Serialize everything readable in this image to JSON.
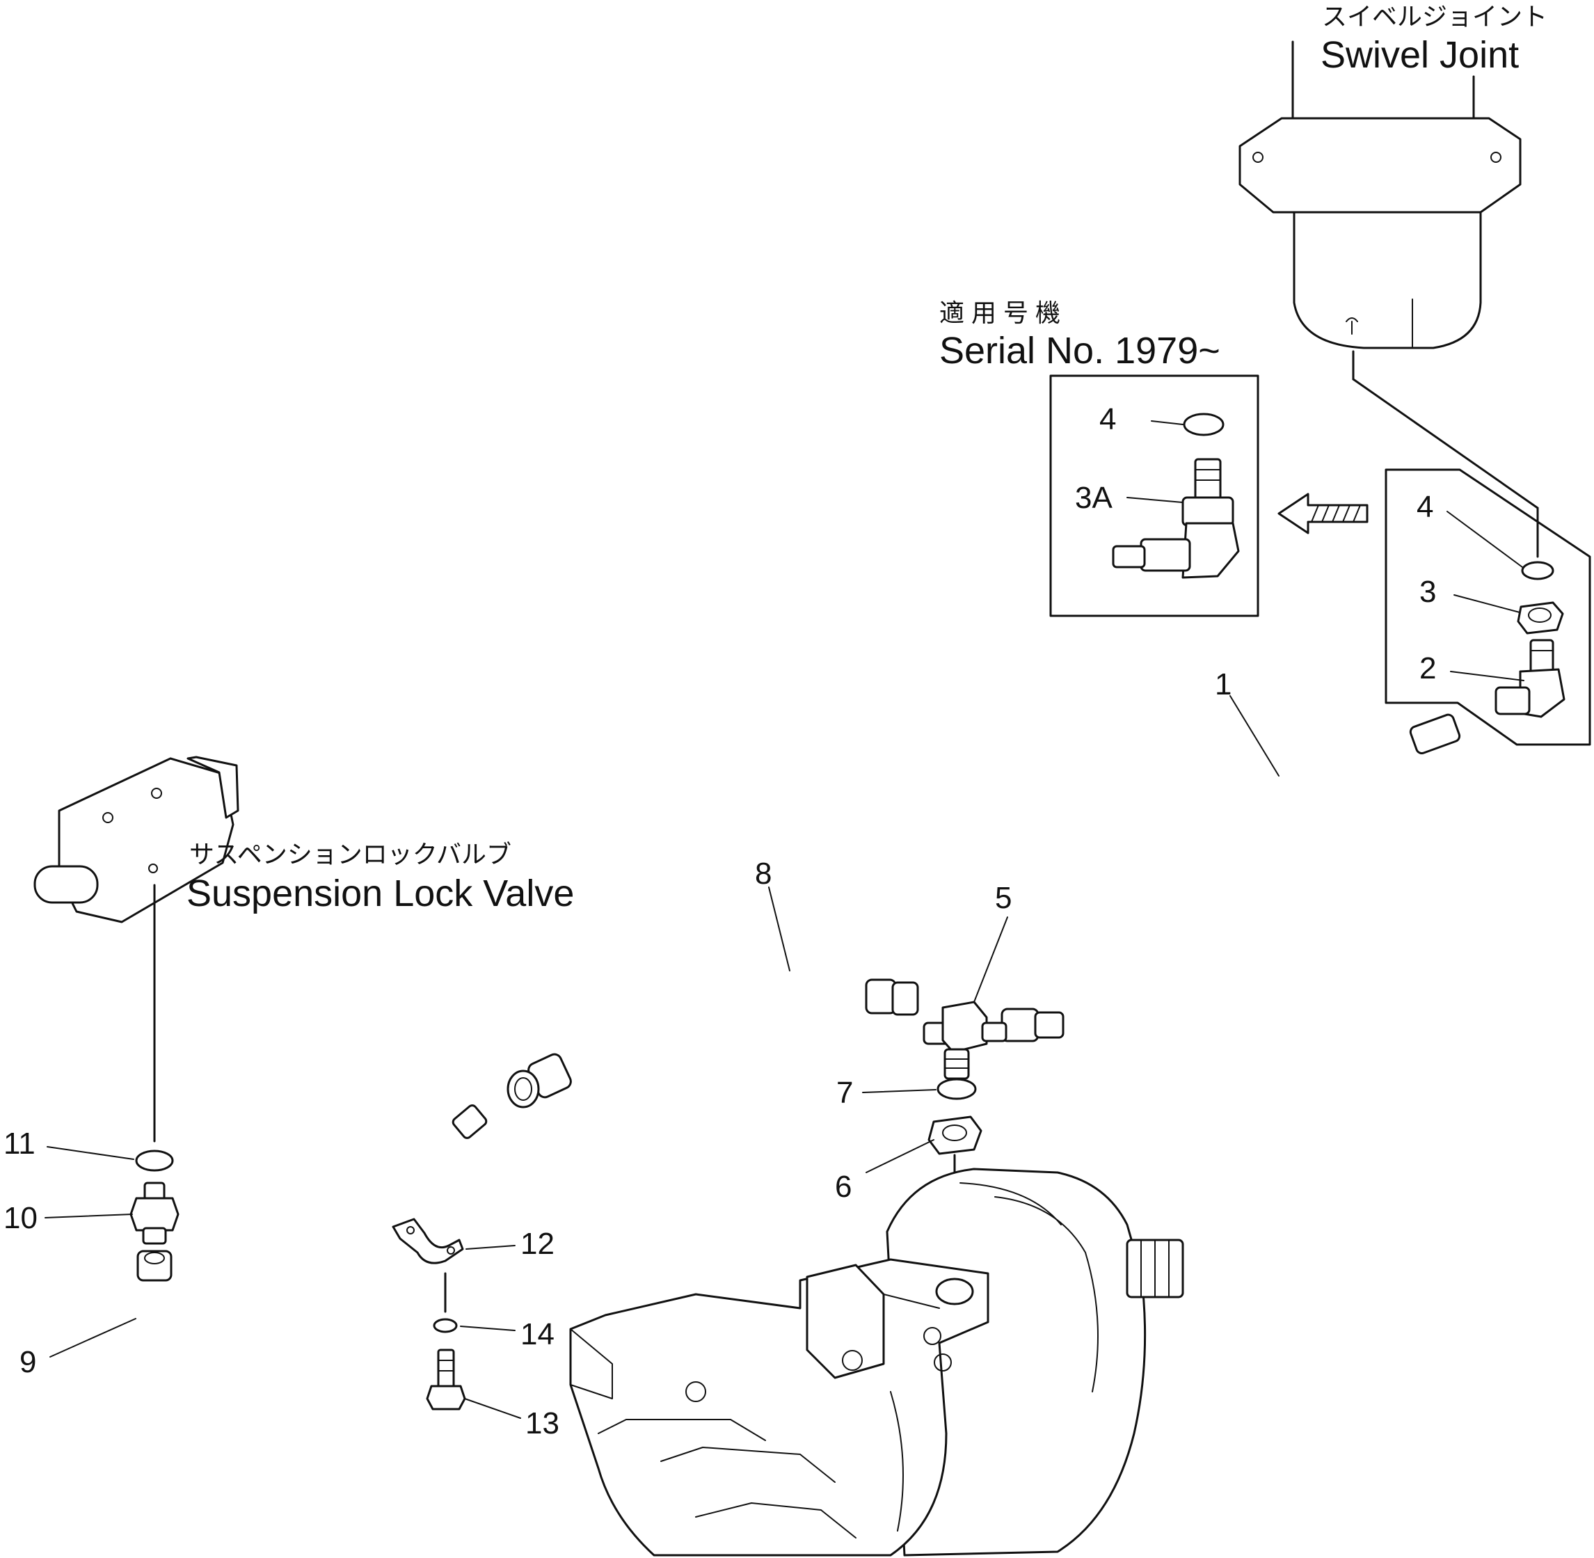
{
  "titles": {
    "swivel_joint_jp": "スイベルジョイント",
    "swivel_joint_en": "Swivel Joint",
    "serial_jp": "適 用 号 機",
    "serial_en": "Serial No. 1979~",
    "suspension_valve_jp": "サスペンションロックバルブ",
    "suspension_valve_en": "Suspension Lock Valve"
  },
  "callouts": {
    "p1": "1",
    "p2": "2",
    "p3": "3",
    "p3a": "3A",
    "p4_inset": "4",
    "p4_detail": "4",
    "p5": "5",
    "p6": "6",
    "p7": "7",
    "p8": "8",
    "p9": "9",
    "p10": "10",
    "p11": "11",
    "p12": "12",
    "p13": "13",
    "p14": "14"
  }
}
